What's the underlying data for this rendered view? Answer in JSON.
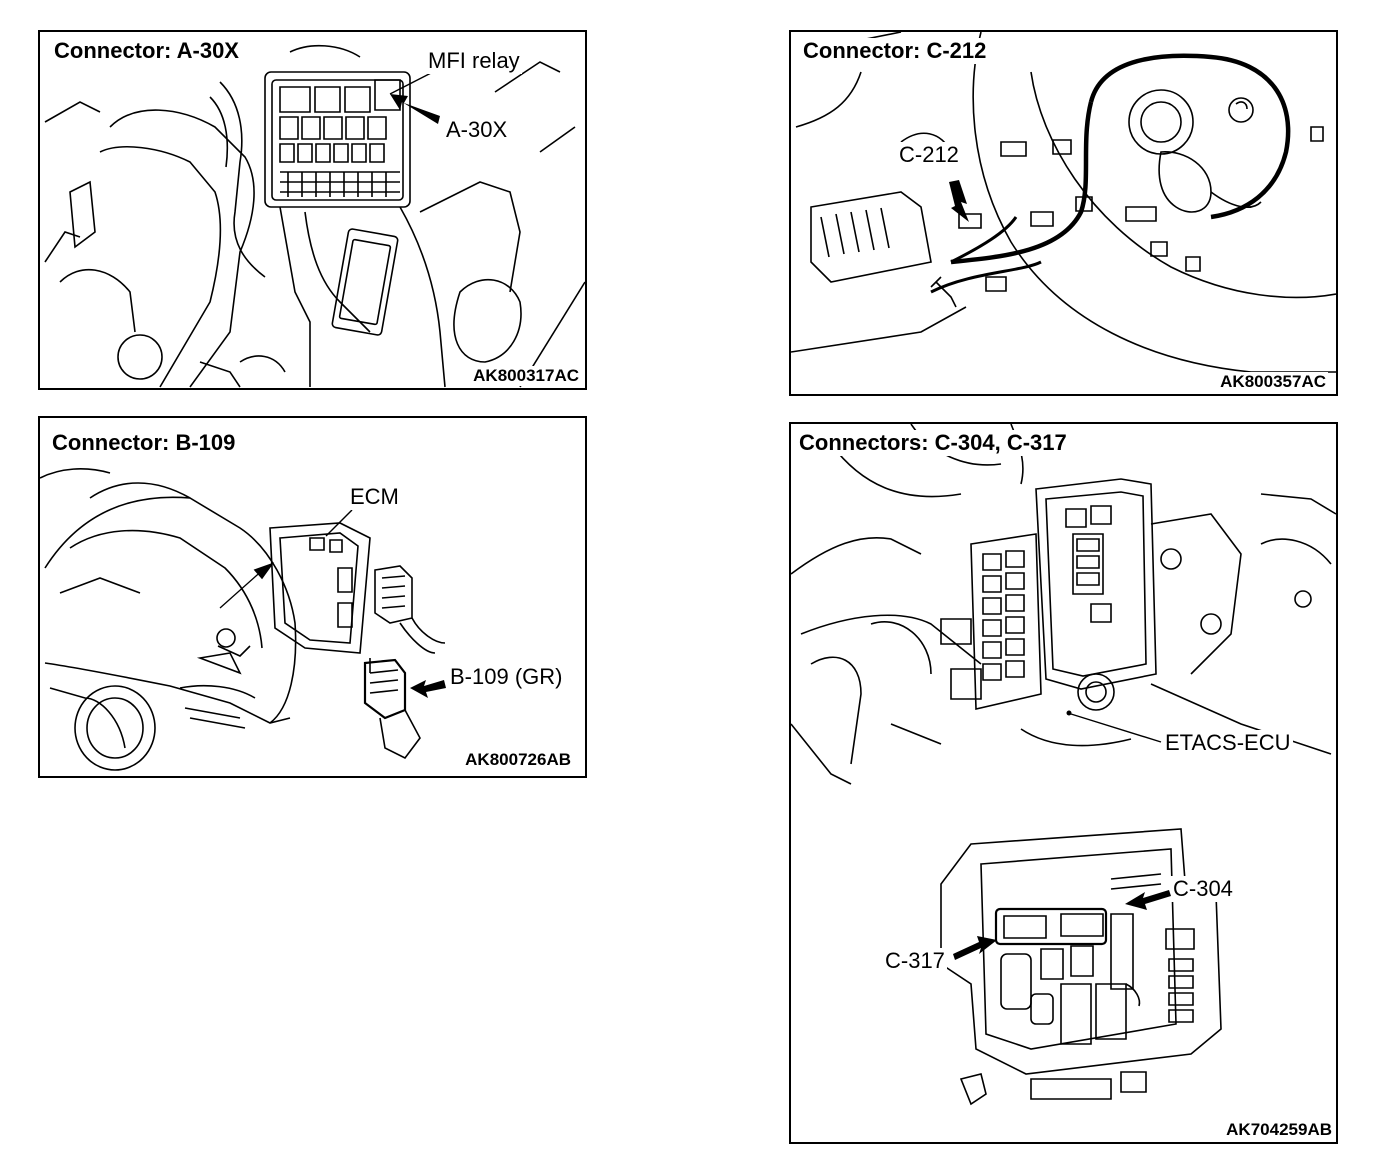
{
  "panels": {
    "a30x": {
      "title": "Connector: A-30X",
      "callouts": {
        "mfi_relay": "MFI relay",
        "a30x": "A-30X"
      },
      "code": "AK800317AC"
    },
    "c212": {
      "title": "Connector: C-212",
      "callouts": {
        "c212": "C-212"
      },
      "code": "AK800357AC"
    },
    "b109": {
      "title": "Connector: B-109",
      "callouts": {
        "ecm": "ECM",
        "b109": "B-109 (GR)"
      },
      "code": "AK800726AB"
    },
    "c304": {
      "title": "Connectors: C-304, C-317",
      "callouts": {
        "etacs": "ETACS-ECU",
        "c304": "C-304",
        "c317": "C-317"
      },
      "code": "AK704259AB"
    }
  },
  "icons": [
    "pointer-arrow-icon"
  ]
}
